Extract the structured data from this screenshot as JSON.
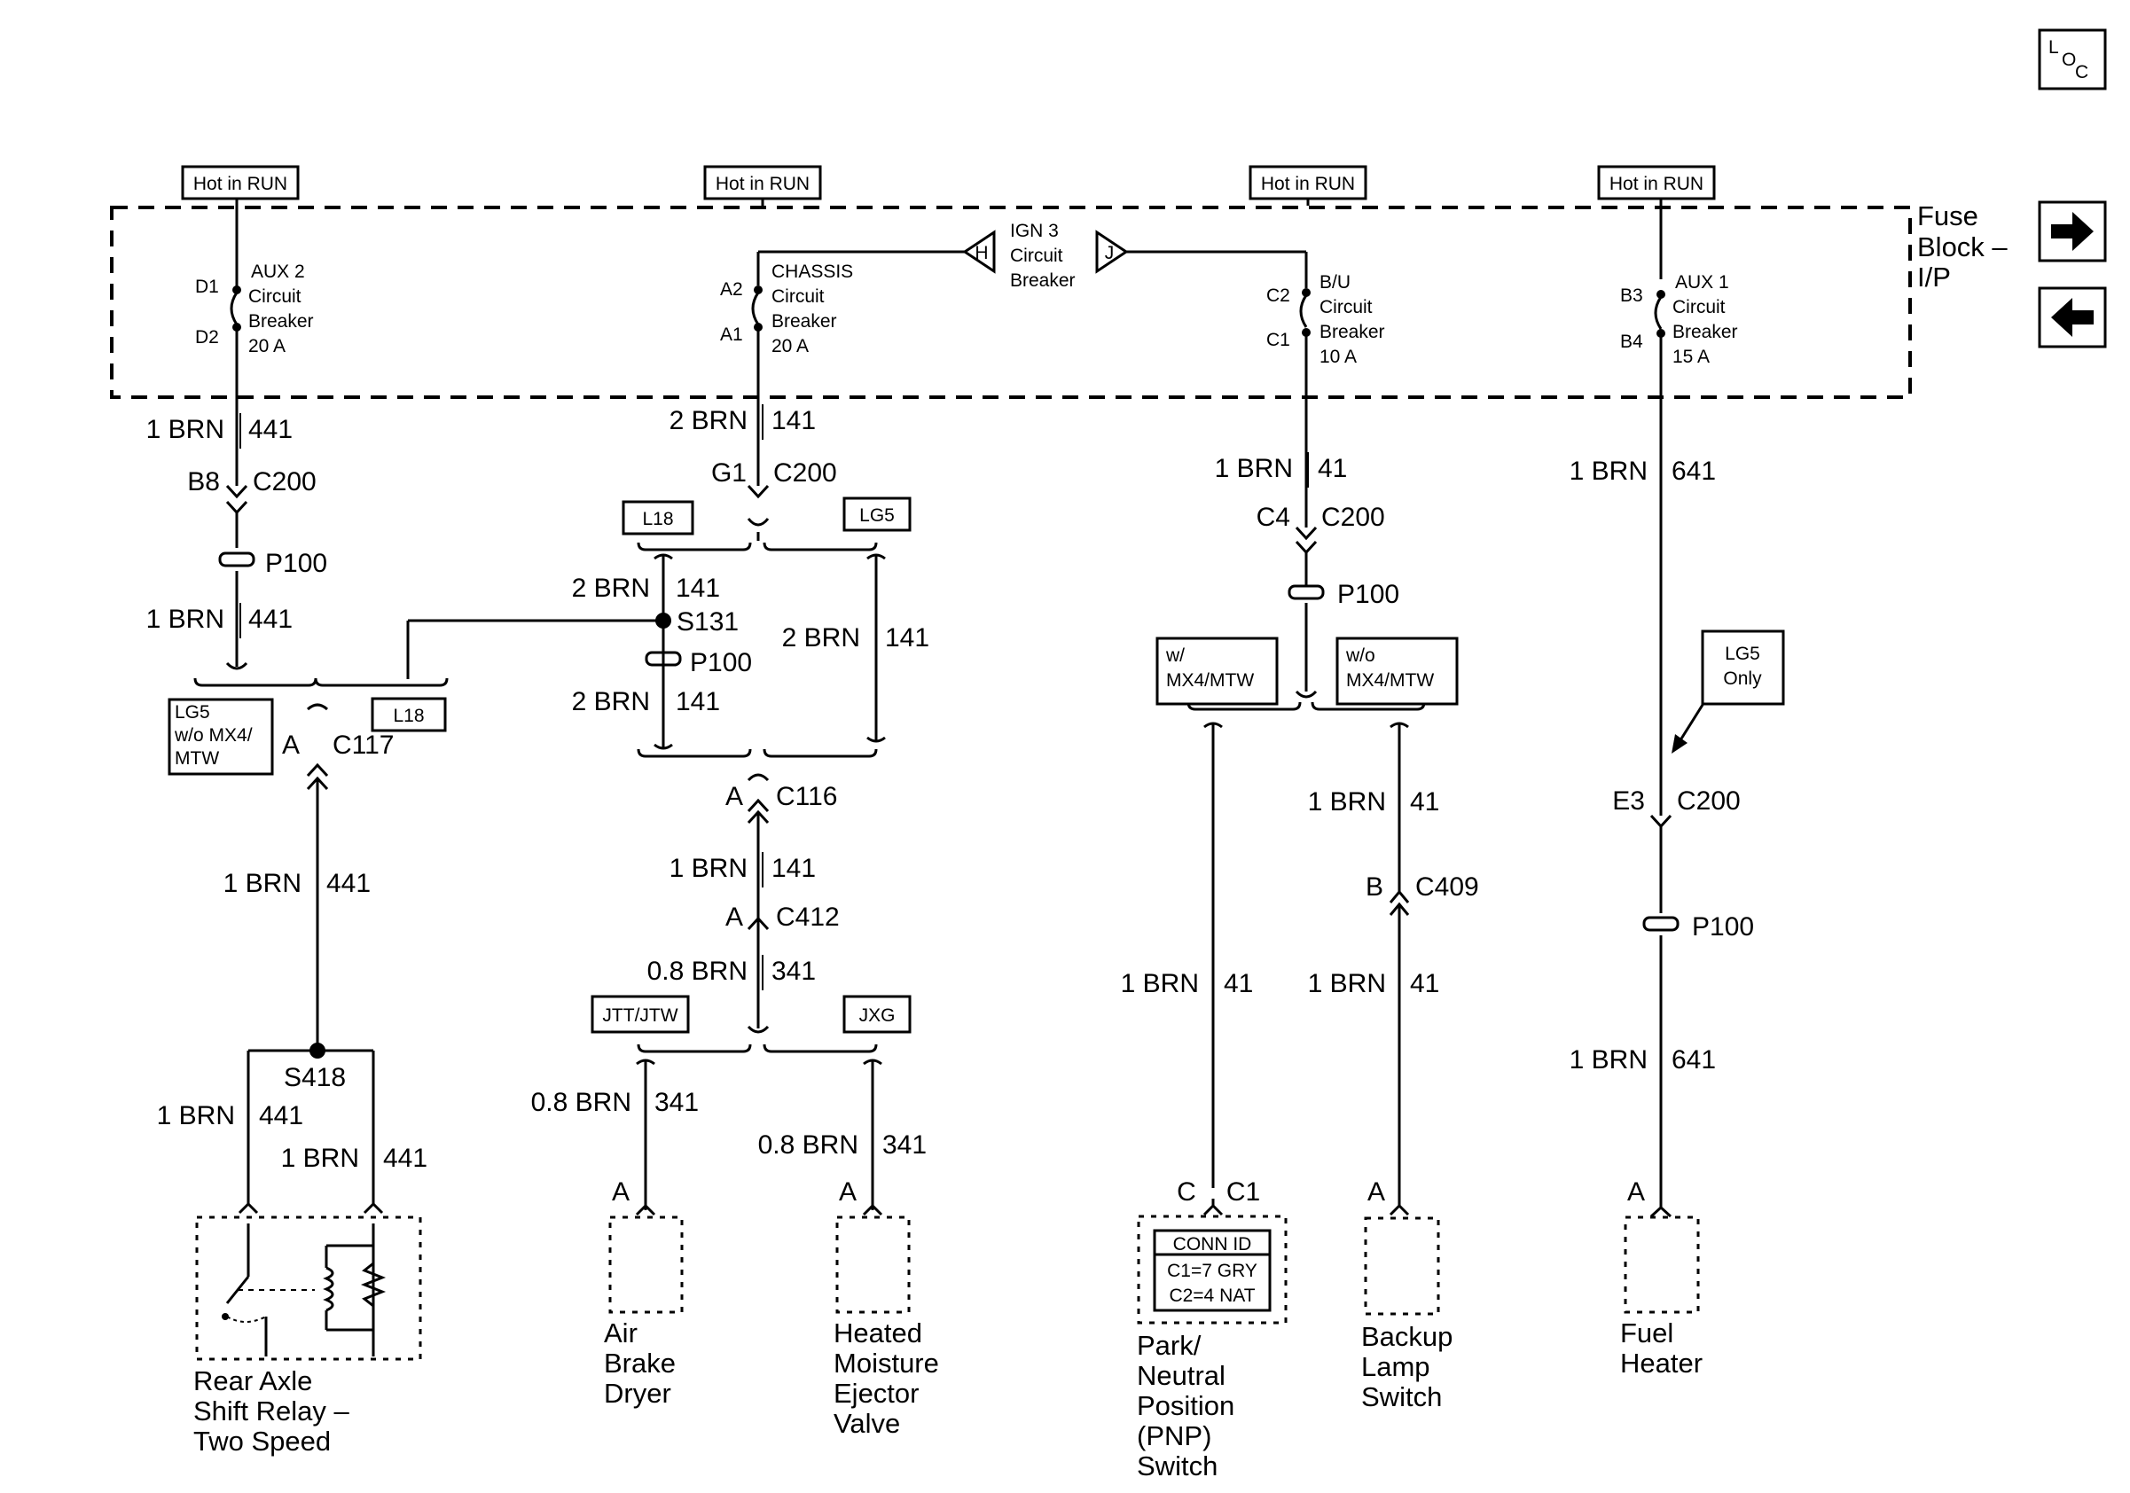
{
  "loc_icon": "LOC",
  "nav": {
    "forward_icon": "arrow-right-icon",
    "back_icon": "arrow-left-icon"
  },
  "fuse_block": {
    "line1": "Fuse",
    "line2": "Block –",
    "line3": "I/P"
  },
  "hot_in_run": "Hot in RUN",
  "breakers": {
    "aux2": {
      "pin_top": "D1",
      "pin_bot": "D2",
      "l1": "AUX 2",
      "l2": "Circuit",
      "l3": "Breaker",
      "l4": "20 A"
    },
    "chassis": {
      "pin_top": "A2",
      "pin_bot": "A1",
      "l1": "CHASSIS",
      "l2": "Circuit",
      "l3": "Breaker",
      "l4": "20 A"
    },
    "ign3": {
      "l1": "IGN 3",
      "l2": "Circuit",
      "l3": "Breaker",
      "h": "H",
      "j": "J"
    },
    "bu": {
      "pin_top": "C2",
      "pin_bot": "C1",
      "l1": "B/U",
      "l2": "Circuit",
      "l3": "Breaker",
      "l4": "10 A"
    },
    "aux1": {
      "pin_top": "B3",
      "pin_bot": "B4",
      "l1": "AUX 1",
      "l2": "Circuit",
      "l3": "Breaker",
      "l4": "15 A"
    }
  },
  "wires": {
    "w1": {
      "a": "1 BRN",
      "b": "441"
    },
    "w2": {
      "a": "1 BRN",
      "b": "441"
    },
    "w3": {
      "a": "1 BRN",
      "b": "441"
    },
    "w4": {
      "a": "1 BRN",
      "b": "441"
    },
    "w5": {
      "a": "1 BRN",
      "b": "441"
    },
    "c1": {
      "a": "2 BRN",
      "b": "141"
    },
    "c2": {
      "a": "2 BRN",
      "b": "141"
    },
    "c3": {
      "a": "2 BRN",
      "b": "141"
    },
    "c4": {
      "a": "2 BRN",
      "b": "141"
    },
    "c5": {
      "a": "1 BRN",
      "b": "141"
    },
    "c6": {
      "a": "0.8 BRN",
      "b": "341"
    },
    "c7": {
      "a": "0.8 BRN",
      "b": "341"
    },
    "c8": {
      "a": "0.8 BRN",
      "b": "341"
    },
    "b1": {
      "a": "1 BRN",
      "b": "41"
    },
    "b2": {
      "a": "1 BRN",
      "b": "41"
    },
    "b3": {
      "a": "1 BRN",
      "b": "41"
    },
    "b4": {
      "a": "1 BRN",
      "b": "41"
    },
    "f1": {
      "a": "1 BRN",
      "b": "641"
    },
    "f2": {
      "a": "1 BRN",
      "b": "641"
    }
  },
  "connectors": {
    "b8": "B8",
    "c200": "C200",
    "g1": "G1",
    "c4": "C4",
    "e3": "E3",
    "p100": "P100",
    "a": "A",
    "c117": "C117",
    "c116": "C116",
    "c412": "C412",
    "b": "B",
    "c409": "C409",
    "s131": "S131",
    "s418": "S418",
    "c": "C",
    "c1": "C1"
  },
  "options": {
    "l18": "L18",
    "lg5": "LG5",
    "lg5_wo": {
      "l1": "LG5",
      "l2": "w/o MX4/",
      "l3": "MTW"
    },
    "jtt": "JTT/JTW",
    "jxg": "JXG",
    "w_mx4": {
      "l1": "w/",
      "l2": "MX4/MTW"
    },
    "wo_mx4": {
      "l1": "w/o",
      "l2": "MX4/MTW"
    },
    "lg5_only": {
      "l1": "LG5",
      "l2": "Only"
    }
  },
  "conn_id": {
    "title": "CONN ID",
    "l1": "C1=7 GRY",
    "l2": "C2=4 NAT"
  },
  "components": {
    "relay": {
      "l1": "Rear Axle",
      "l2": "Shift Relay –",
      "l3": "Two Speed"
    },
    "dryer": {
      "l1": "Air",
      "l2": "Brake",
      "l3": "Dryer"
    },
    "ejector": {
      "l1": "Heated",
      "l2": "Moisture",
      "l3": "Ejector",
      "l4": "Valve"
    },
    "pnp": {
      "l1": "Park/",
      "l2": "Neutral",
      "l3": "Position",
      "l4": "(PNP)",
      "l5": "Switch"
    },
    "backup": {
      "l1": "Backup",
      "l2": "Lamp",
      "l3": "Switch"
    },
    "heater": {
      "l1": "Fuel",
      "l2": "Heater"
    }
  }
}
